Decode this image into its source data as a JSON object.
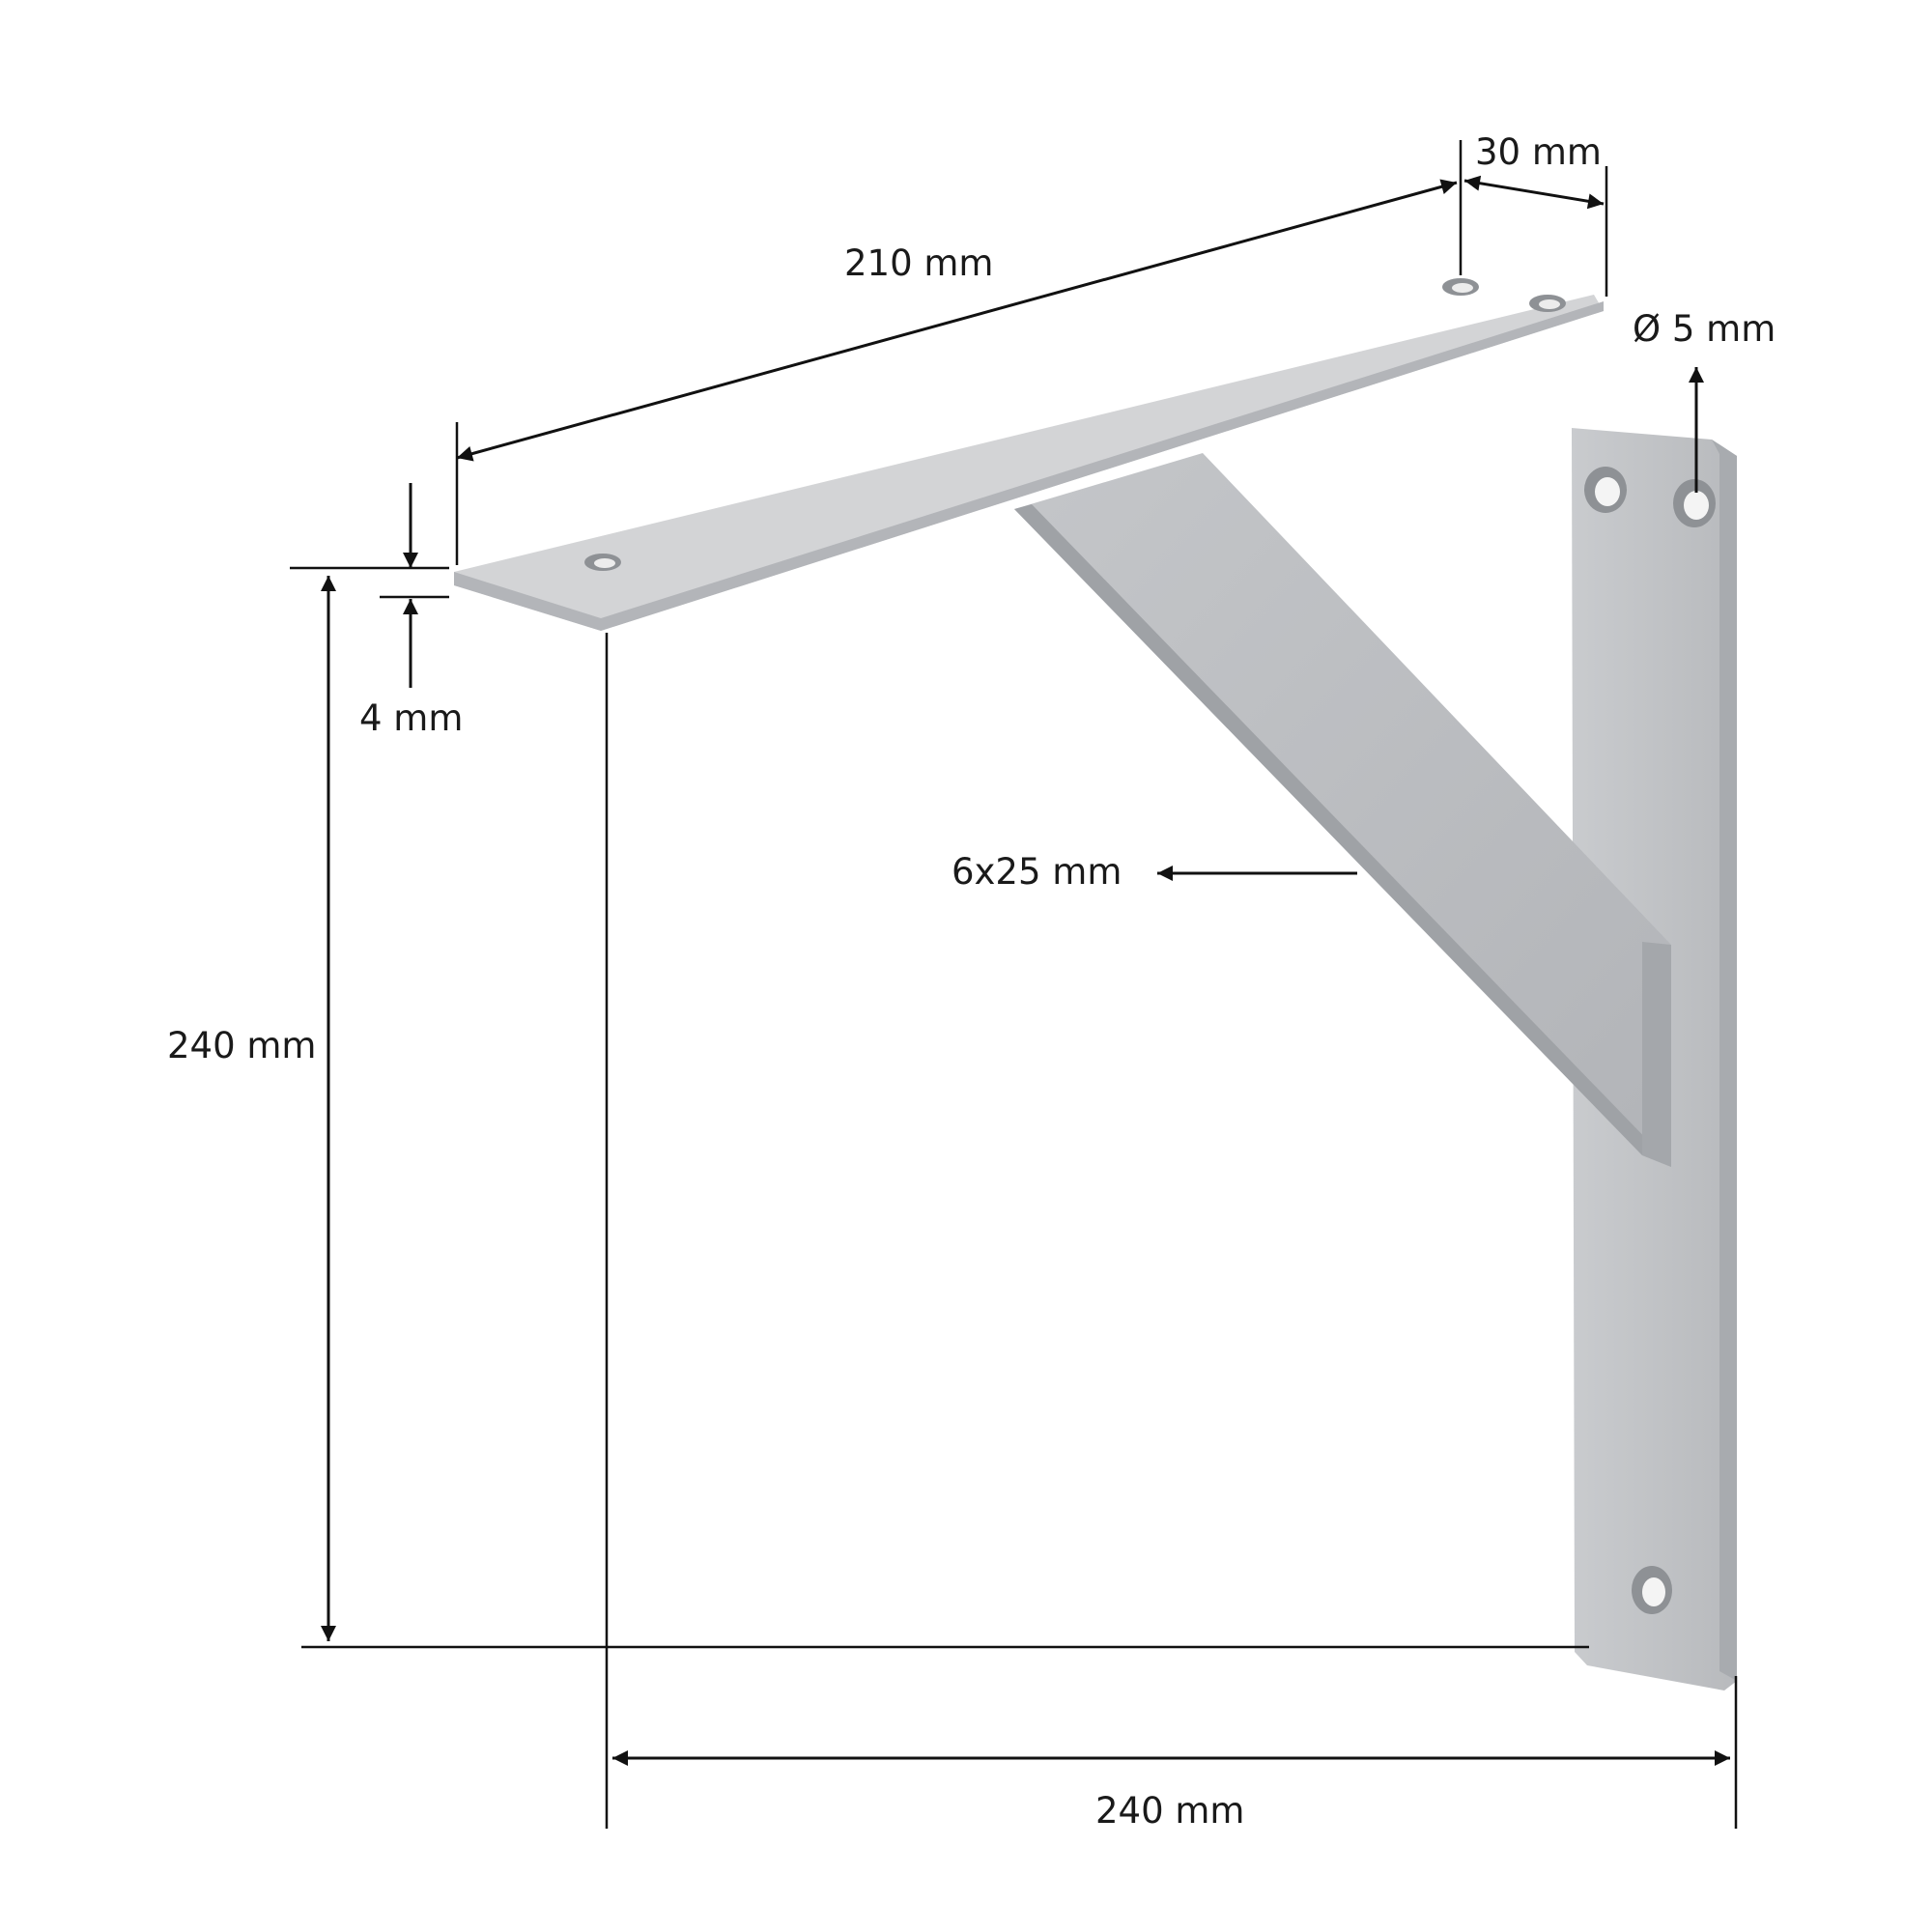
{
  "dimensions": {
    "top_length": "210 mm",
    "top_width": "30 mm",
    "hole_diameter": "Ø 5 mm",
    "thickness": "4 mm",
    "strut_section": "6x25 mm",
    "height": "240 mm",
    "depth": "240 mm"
  },
  "colors": {
    "metal_light": "#d4d5d7",
    "metal_mid": "#bfc1c4",
    "metal_dark": "#9fa2a6",
    "line": "#111111"
  }
}
